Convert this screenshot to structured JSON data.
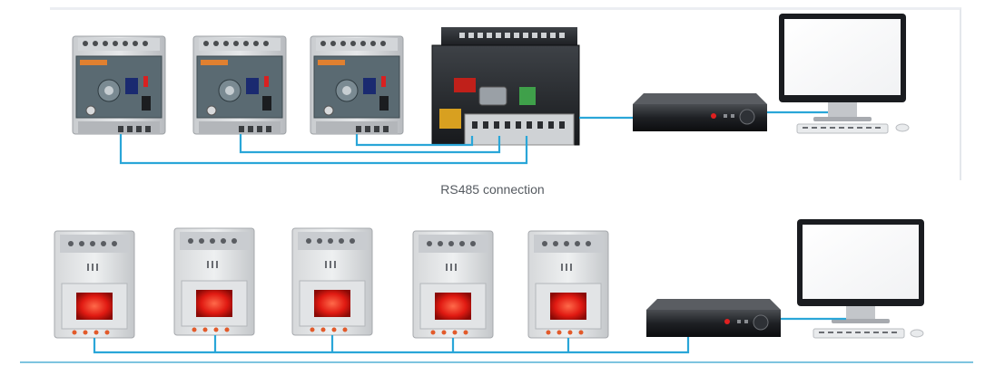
{
  "caption": "RS485 connection",
  "colors": {
    "wire": "#2aa6d8",
    "relay_face": "#5a6a72",
    "meter_display": "#d81818",
    "plc_body": "#2c2f33"
  },
  "top_row": {
    "devices": [
      "residual-current-relay",
      "residual-current-relay",
      "residual-current-relay",
      "plc-controller",
      "network-switch",
      "desktop-computer"
    ]
  },
  "bottom_row": {
    "devices": [
      "din-rail-meter",
      "din-rail-meter",
      "din-rail-meter",
      "din-rail-meter",
      "din-rail-meter",
      "network-switch",
      "desktop-computer"
    ]
  }
}
